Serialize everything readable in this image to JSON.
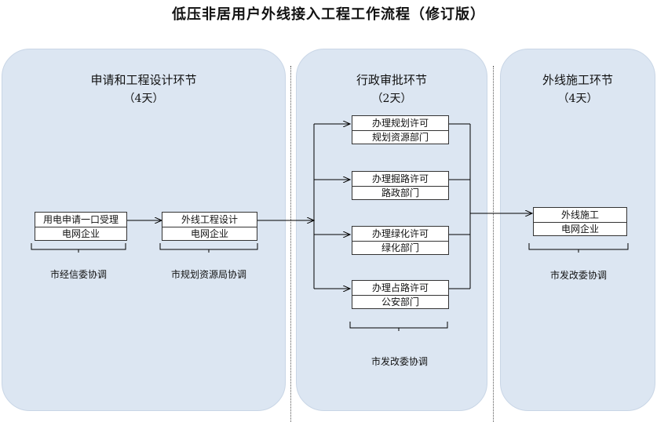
{
  "title": "低压非居用户外线接入工程工作流程（修订版）",
  "panels": {
    "apply": {
      "title": "申请和工程设计环节",
      "days": "（4天）"
    },
    "admin": {
      "title": "行政审批环节",
      "days": "（2天）"
    },
    "construct": {
      "title": "外线施工环节",
      "days": "（4天）"
    }
  },
  "boxes": {
    "apply_accept": {
      "task": "用电申请一口受理",
      "dept": "电网企业"
    },
    "line_design": {
      "task": "外线工程设计",
      "dept": "电网企业"
    },
    "planning_permit": {
      "task": "办理规划许可",
      "dept": "规划资源部门"
    },
    "excavation_permit": {
      "task": "办理掘路许可",
      "dept": "路政部门"
    },
    "greening_permit": {
      "task": "办理绿化许可",
      "dept": "绿化部门"
    },
    "road_occupation_permit": {
      "task": "办理占路许可",
      "dept": "公安部门"
    },
    "line_construction": {
      "task": "外线施工",
      "dept": "电网企业"
    }
  },
  "coordinators": {
    "apply_accept": "市经信委协调",
    "line_design": "市规划资源局协调",
    "admin": "市发改委协调",
    "construct": "市发改委协调"
  },
  "colors": {
    "panel_fill": "#dce6f2",
    "line": "#000000"
  }
}
